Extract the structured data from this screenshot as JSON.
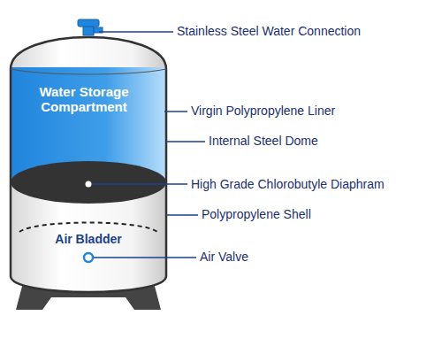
{
  "diagram": {
    "labels": [
      "Stainless Steel Water Connection",
      "Water Storage Compartment",
      "Virgin Polypropylene Liner",
      "Internal Steel Dome",
      "High Grade Chlorobutyle Diaphram",
      "Polypropylene Shell",
      "Air Bladder",
      "Air Valve"
    ]
  }
}
